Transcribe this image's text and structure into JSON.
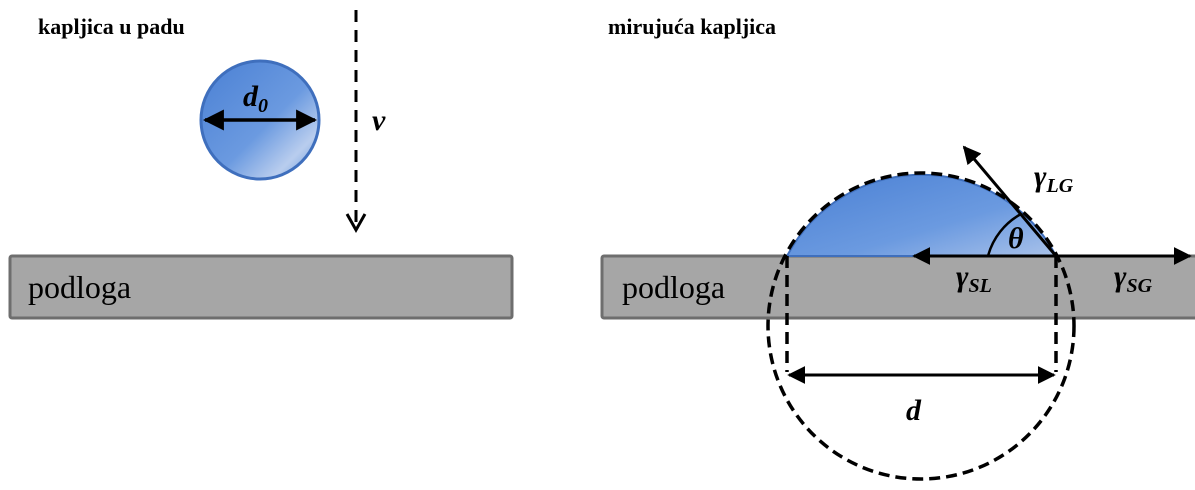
{
  "left_panel": {
    "title": "kapljica u padu",
    "substrate_label": "podloga",
    "diameter_symbol": "d",
    "diameter_subscript": "0",
    "velocity_symbol": "v"
  },
  "right_panel": {
    "title": "mirujuća kapljica",
    "substrate_label": "podloga",
    "angle_symbol": "θ",
    "gamma_symbol": "γ",
    "gamma_lg_subscript": "LG",
    "gamma_sl_subscript": "SL",
    "gamma_sg_subscript": "SG",
    "contact_diameter_symbol": "d"
  },
  "colors": {
    "substrate_fill": "#a6a6a6",
    "substrate_border": "#6e6e6e",
    "droplet_fill": "#5b8fd9",
    "droplet_border": "#3f6fbd"
  }
}
